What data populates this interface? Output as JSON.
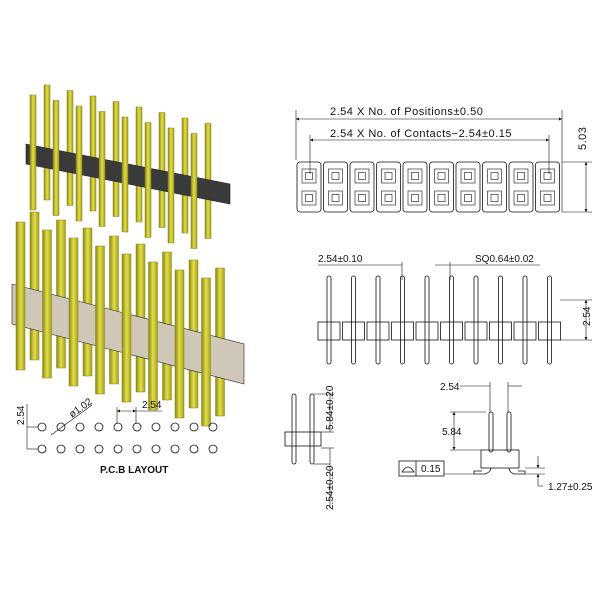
{
  "colors": {
    "pin": "#c8c42a",
    "pin_shade": "#8a8614",
    "housing_black": "#3a3a3a",
    "housing_beige": "#cfc7b8",
    "line": "#111111"
  },
  "top_view": {
    "positions_dim": "2.54 X No. of Positions±0.50",
    "contacts_dim": "2.54 X No. of Contacts−2.54±0.15",
    "height_dim": "5.03",
    "columns": 10,
    "rows": 2
  },
  "front_view": {
    "pitch_dim": "2.54±0.10",
    "pin_dim": "SQ0.64±0.02",
    "height_dim": "2.54",
    "pins": 10
  },
  "side_view": {
    "upper_dim": "5.84±0.20",
    "lower_dim": "2.54±0.20"
  },
  "smt_view": {
    "pitch_dim": "2.54",
    "height_dim": "5.84",
    "coplanarity_value": "0.15",
    "standoff_dim": "1.27±0.25"
  },
  "pcb_layout": {
    "title": "P.C.B LAYOUT",
    "row_dim": "2.54",
    "hole_dim": "ø1.02",
    "pitch_dim": "2.54",
    "columns": 10,
    "rows": 2
  }
}
